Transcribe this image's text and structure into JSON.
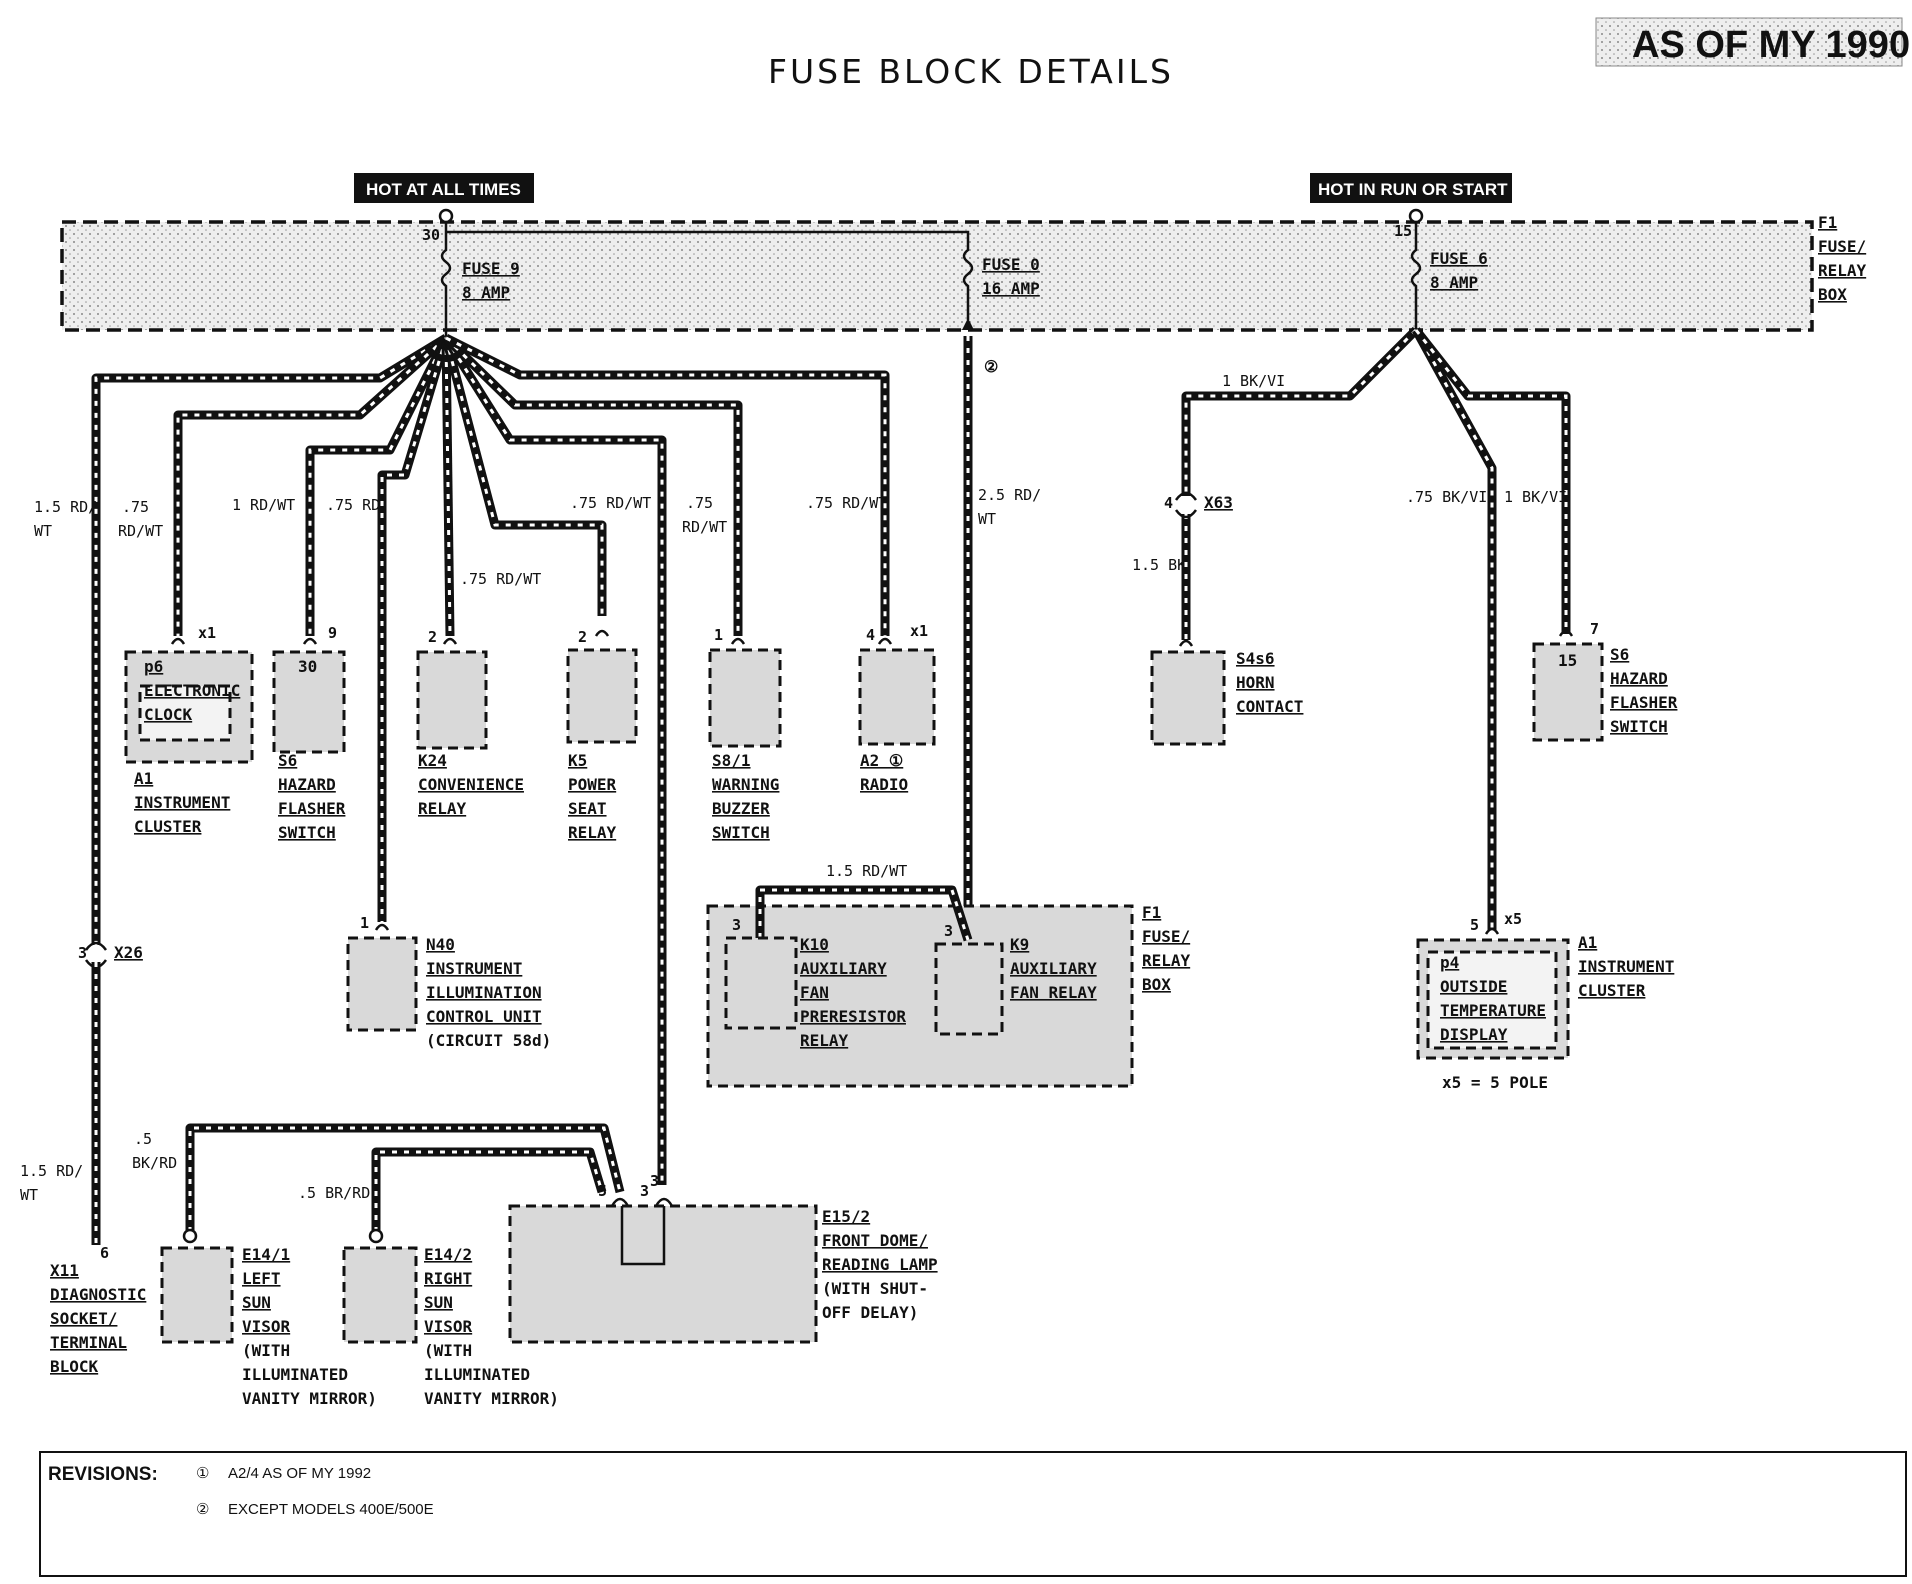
{
  "title": "FUSE BLOCK DETAILS",
  "as_of": "AS OF MY 1990",
  "power": {
    "hot_at_all_times": "HOT AT ALL TIMES",
    "hot_in_run_or_start": "HOT IN RUN OR START"
  },
  "fuse_box_label": [
    "F1",
    "FUSE/",
    "RELAY",
    "BOX"
  ],
  "fuses": [
    {
      "terminal": "30",
      "name": "FUSE 9",
      "rating": "8 AMP"
    },
    {
      "terminal": "",
      "name": "FUSE 0",
      "rating": "16 AMP"
    },
    {
      "terminal": "15",
      "name": "FUSE 6",
      "rating": "8 AMP"
    }
  ],
  "wires": {
    "w_x11_top": [
      "1.5 RD/",
      "WT"
    ],
    "w_a1": [
      ".75",
      "RD/WT"
    ],
    "w_s6a": "1 RD/WT",
    "w_n40": ".75 RD",
    "w_k24": ".75 RD/WT",
    "w_k5": ".75 RD/WT",
    "w_s81": [
      ".75",
      "RD/WT"
    ],
    "w_a2": ".75 RD/WT",
    "w_k9": [
      "2.5 RD/",
      "WT"
    ],
    "w_x63_top": "1 BK/VI",
    "w_x63_bot": "1.5 BK",
    "w_p4": ".75 BK/VI",
    "w_s6b": "1 BK/VI",
    "w_k10_k9": "1.5 RD/WT",
    "w_x11_bot": [
      "1.5 RD/",
      "WT"
    ],
    "w_e141": [
      ".5",
      "BK/RD"
    ],
    "w_e142": ".5 BR/RD"
  },
  "connectors": {
    "x26": "X26",
    "x26_pin": "3",
    "x63": "X63",
    "x63_pin": "4",
    "x11_pin": "6"
  },
  "components": {
    "a1_left": {
      "pin": "x1",
      "inner": [
        "p6",
        "ELECTRONIC",
        "CLOCK"
      ],
      "label": [
        "A1",
        "INSTRUMENT",
        "CLUSTER"
      ]
    },
    "s6_left": {
      "pin": "9",
      "inner": "30",
      "label": [
        "S6",
        "HAZARD",
        "FLASHER",
        "SWITCH"
      ]
    },
    "k24": {
      "pin": "2",
      "label": [
        "K24",
        "CONVENIENCE",
        "RELAY"
      ]
    },
    "k5": {
      "pin": "2",
      "label": [
        "K5",
        "POWER",
        "SEAT",
        "RELAY"
      ]
    },
    "s81": {
      "pin": "1",
      "label": [
        "S8/1",
        "WARNING",
        "BUZZER",
        "SWITCH"
      ]
    },
    "a2": {
      "pin": "4",
      "pin2": "x1",
      "label": [
        "A2 ①",
        "RADIO"
      ]
    },
    "n40": {
      "pin": "1",
      "label": [
        "N40",
        "INSTRUMENT",
        "ILLUMINATION",
        "CONTROL UNIT",
        "(CIRCUIT 58d)"
      ]
    },
    "k10": {
      "pin": "3",
      "label": [
        "K10",
        "AUXILIARY",
        "FAN",
        "PRERESISTOR",
        "RELAY"
      ]
    },
    "k9": {
      "pin": "3",
      "label": [
        "K9",
        "AUXILIARY",
        "FAN RELAY"
      ]
    },
    "f1_lower": {
      "label": [
        "F1",
        "FUSE/",
        "RELAY",
        "BOX"
      ]
    },
    "s4s6": {
      "label": [
        "S4s6",
        "HORN",
        "CONTACT"
      ]
    },
    "s6_right": {
      "pin": "7",
      "inner": "15",
      "label": [
        "S6",
        "HAZARD",
        "FLASHER",
        "SWITCH"
      ]
    },
    "a1_right": {
      "pin": "5",
      "pin2": "x5",
      "inner": [
        "p4",
        "OUTSIDE",
        "TEMPERATURE",
        "DISPLAY"
      ],
      "label": [
        "A1",
        "INSTRUMENT",
        "CLUSTER"
      ],
      "note": "x5 = 5 POLE"
    },
    "x11": {
      "label": [
        "X11",
        "DIAGNOSTIC",
        "SOCKET/",
        "TERMINAL",
        "BLOCK"
      ]
    },
    "e141": {
      "label": [
        "E14/1",
        "LEFT",
        "SUN",
        "VISOR",
        "(WITH",
        "ILLUMINATED",
        "VANITY MIRROR)"
      ]
    },
    "e142": {
      "label": [
        "E14/2",
        "RIGHT",
        "SUN",
        "VISOR",
        "(WITH",
        "ILLUMINATED",
        "VANITY MIRROR)"
      ]
    },
    "e152": {
      "pin_a": "5",
      "pin_b": "3",
      "pin_c": "3",
      "label": [
        "E15/2",
        "FRONT DOME/",
        "READING LAMP",
        "(WITH SHUT-",
        "OFF DELAY)"
      ]
    }
  },
  "note_marker_2": "②",
  "revisions": {
    "label": "REVISIONS:",
    "items": [
      {
        "marker": "①",
        "text": "A2/4 AS OF MY 1992"
      },
      {
        "marker": "②",
        "text": "EXCEPT MODELS 400E/500E"
      }
    ]
  }
}
